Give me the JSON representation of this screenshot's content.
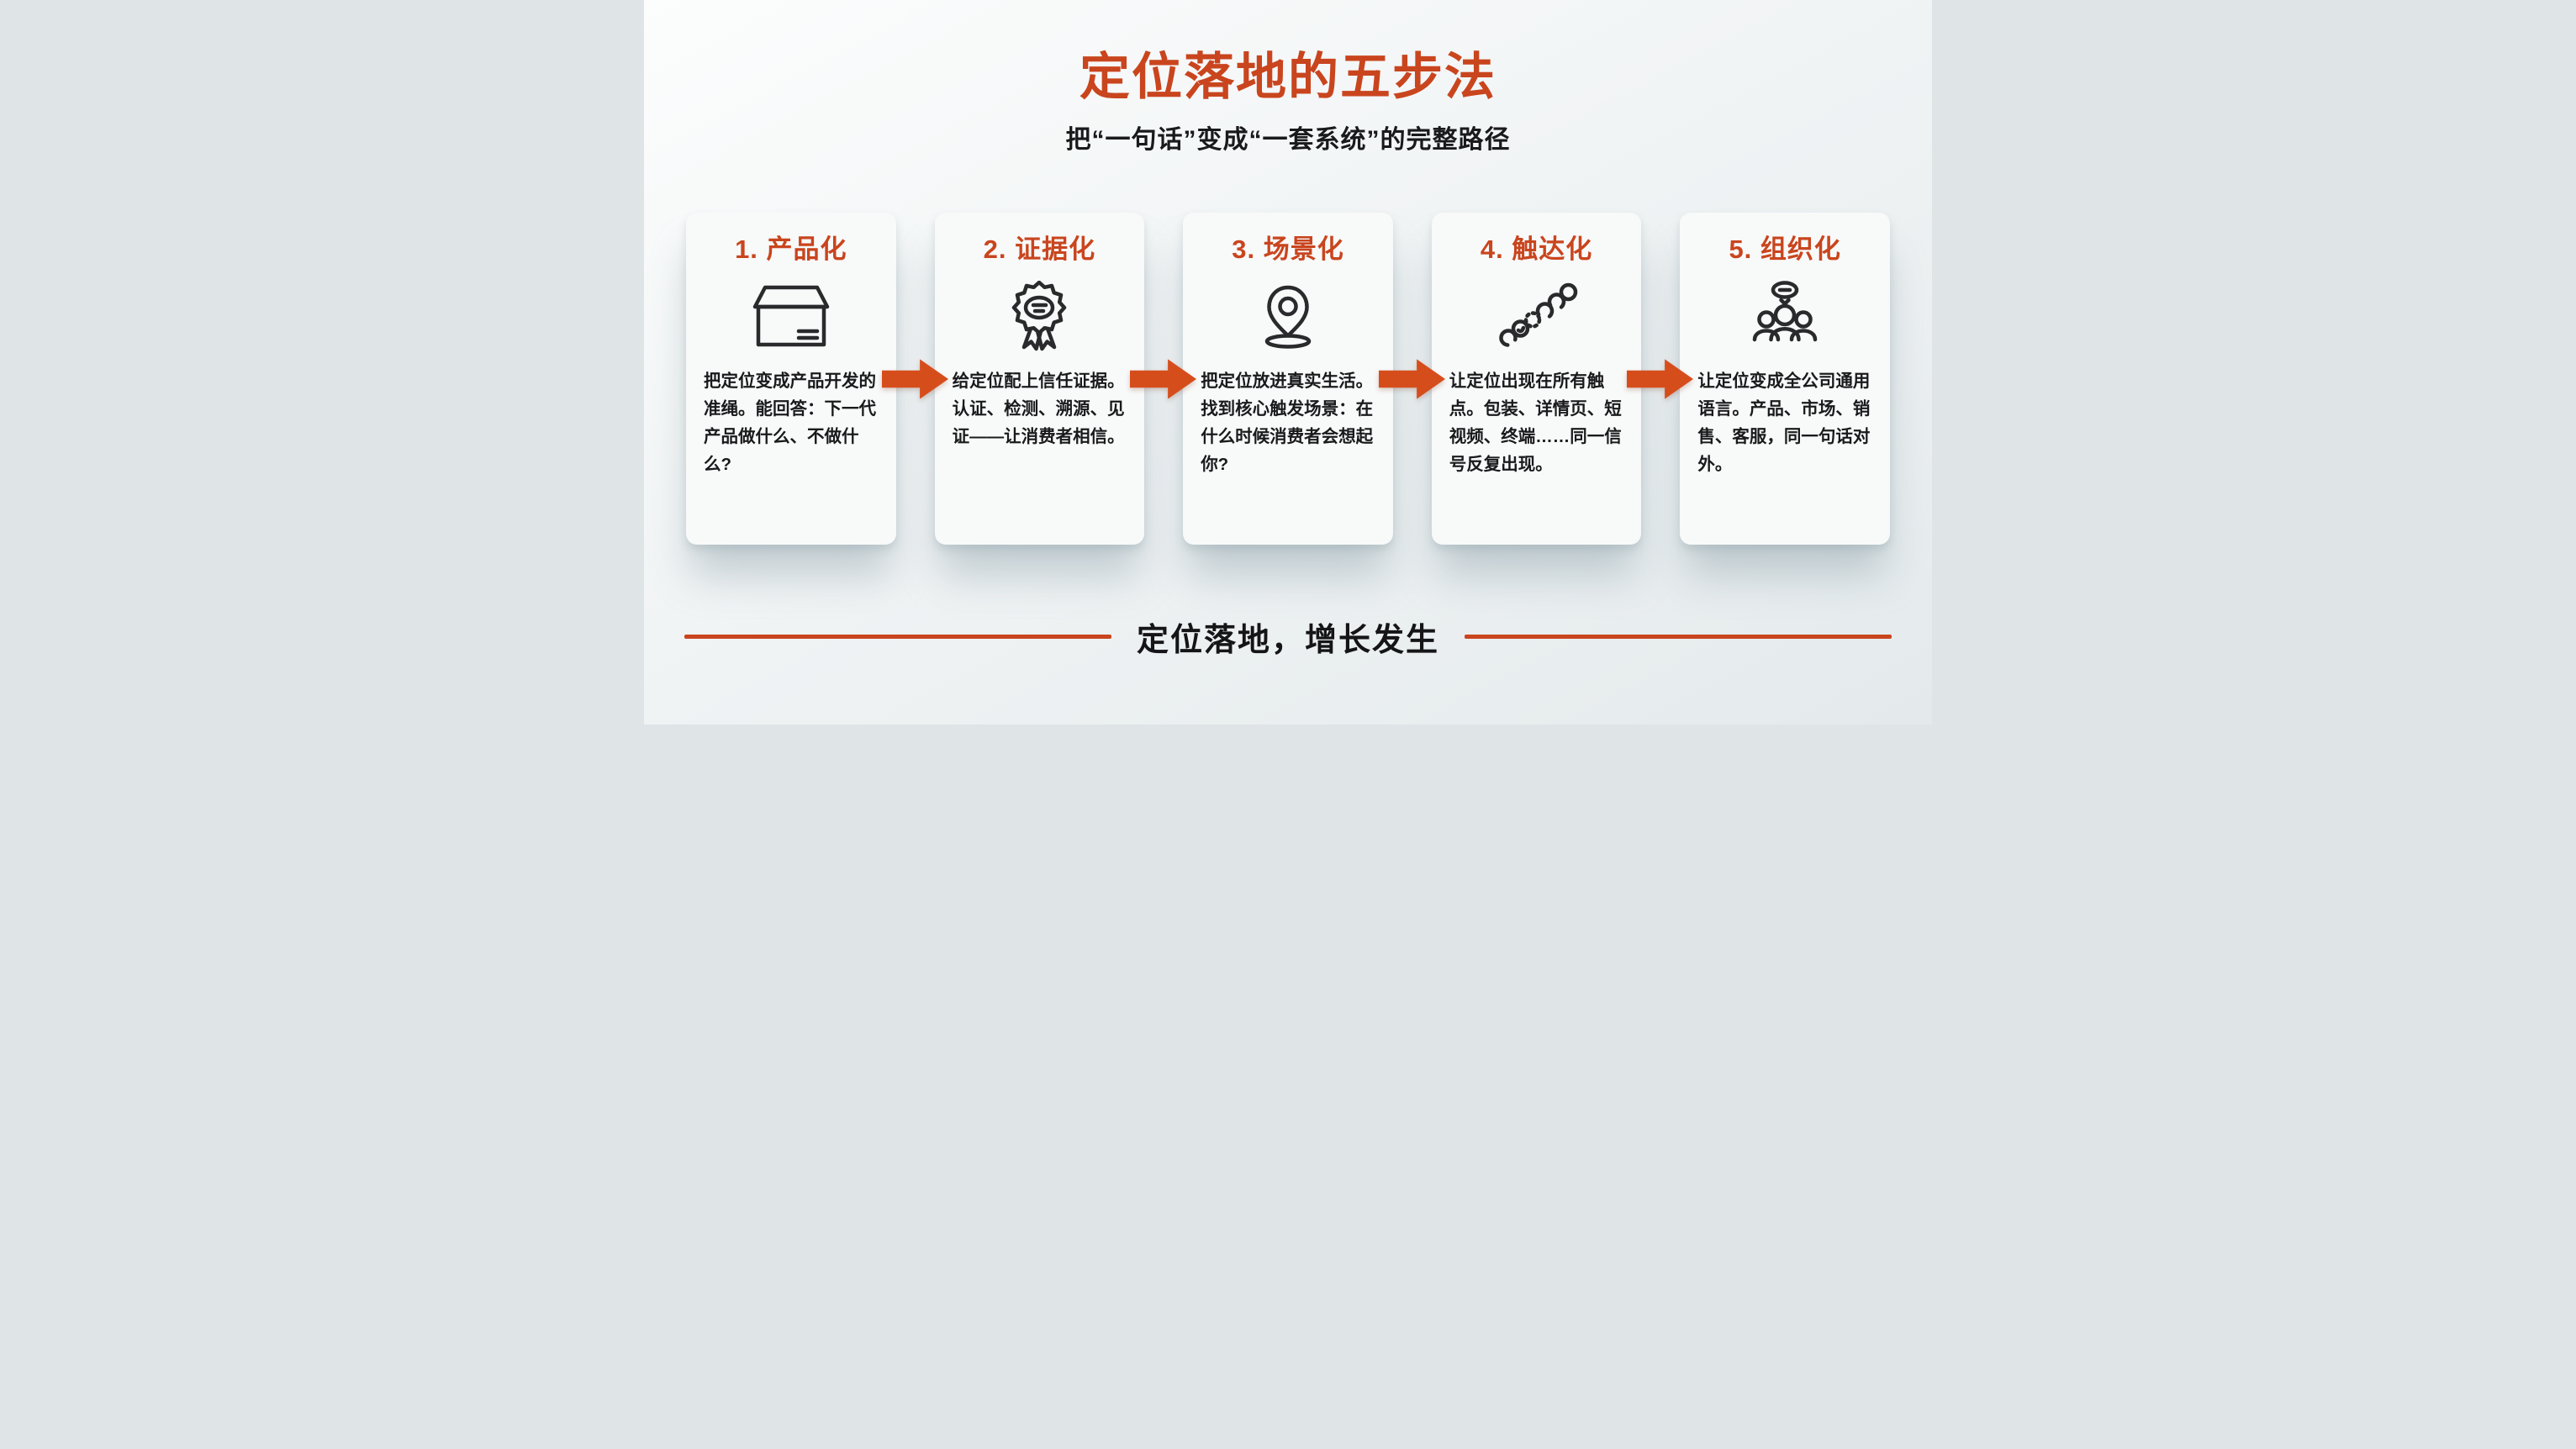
{
  "header": {
    "title": "定位落地的五步法",
    "subtitle": "把“一句话”变成“一套系统”的完整路径"
  },
  "steps": [
    {
      "title": "1. 产品化",
      "icon": "box-icon",
      "description": "把定位变成产品开发的准绳。能回答：下一代产品做什么、不做什么?"
    },
    {
      "title": "2. 证据化",
      "icon": "award-ribbon-icon",
      "description": "给定位配上信任证据。认证、检测、溯源、见证——让消费者相信。"
    },
    {
      "title": "3. 场景化",
      "icon": "location-pin-icon",
      "description": "把定位放进真实生活。找到核心触发场景：在什么时候消费者会想起你?"
    },
    {
      "title": "4. 触达化",
      "icon": "touchpoints-chain-icon",
      "description": "让定位出现在所有触点。包装、详情页、短视频、终端……同一信号反复出现。"
    },
    {
      "title": "5. 组织化",
      "icon": "team-speech-icon",
      "description": "让定位变成全公司通用语言。产品、市场、销售、客服，同一句话对外。"
    }
  ],
  "footer": {
    "slogan": "定位落地，增长发生"
  },
  "colors": {
    "accent": "#C9451E",
    "arrow": "#D64D1C",
    "ink": "#1A1A1C",
    "card_bg": "#F8F9F9",
    "bg_top": "#FCFDFD",
    "bg_bottom": "#E4EAEC"
  }
}
